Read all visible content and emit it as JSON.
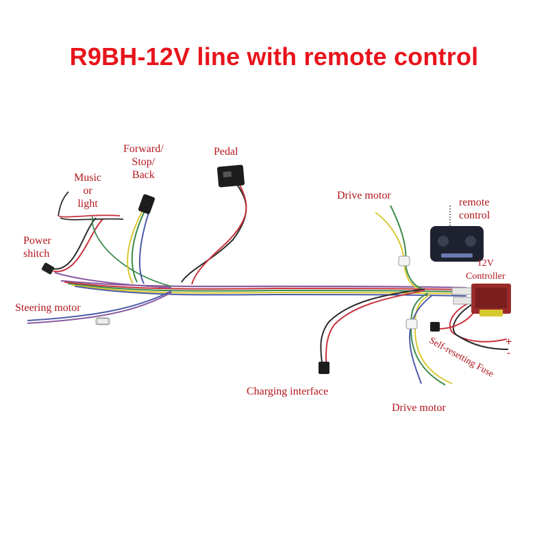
{
  "title": "R9BH-12V line with remote control",
  "labels": {
    "music_light": [
      "Music",
      "or",
      "light"
    ],
    "forward_stop_back": [
      "Forward/",
      "Stop/",
      "Back"
    ],
    "pedal": "Pedal",
    "power_switch": [
      "Power",
      "shitch"
    ],
    "steering_motor": "Steering motor",
    "drive_motor_top": "Drive motor",
    "remote_control": [
      "remote",
      "control"
    ],
    "controller": [
      "12V",
      "Controller"
    ],
    "charging_interface": "Charging interface",
    "drive_motor_bottom": "Drive motor",
    "fuse": "Self-resetting Fuse",
    "plus": "+",
    "minus": "-"
  },
  "colors": {
    "title": "#e8141c",
    "label": "#b0151c",
    "wire_red": "#c8323c",
    "wire_green": "#3a8a4a",
    "wire_yellow": "#d8c830",
    "wire_blue": "#4a5aa8",
    "wire_purple": "#8a5aa0",
    "wire_black": "#2a2a2a",
    "controller_body": "#9a2a2a",
    "remote_body": "#1e2230"
  },
  "icons": {
    "remote": "remote-control-icon",
    "controller": "controller-box-icon",
    "pedal": "pedal-switch-icon",
    "connector": "wire-connector-icon"
  }
}
